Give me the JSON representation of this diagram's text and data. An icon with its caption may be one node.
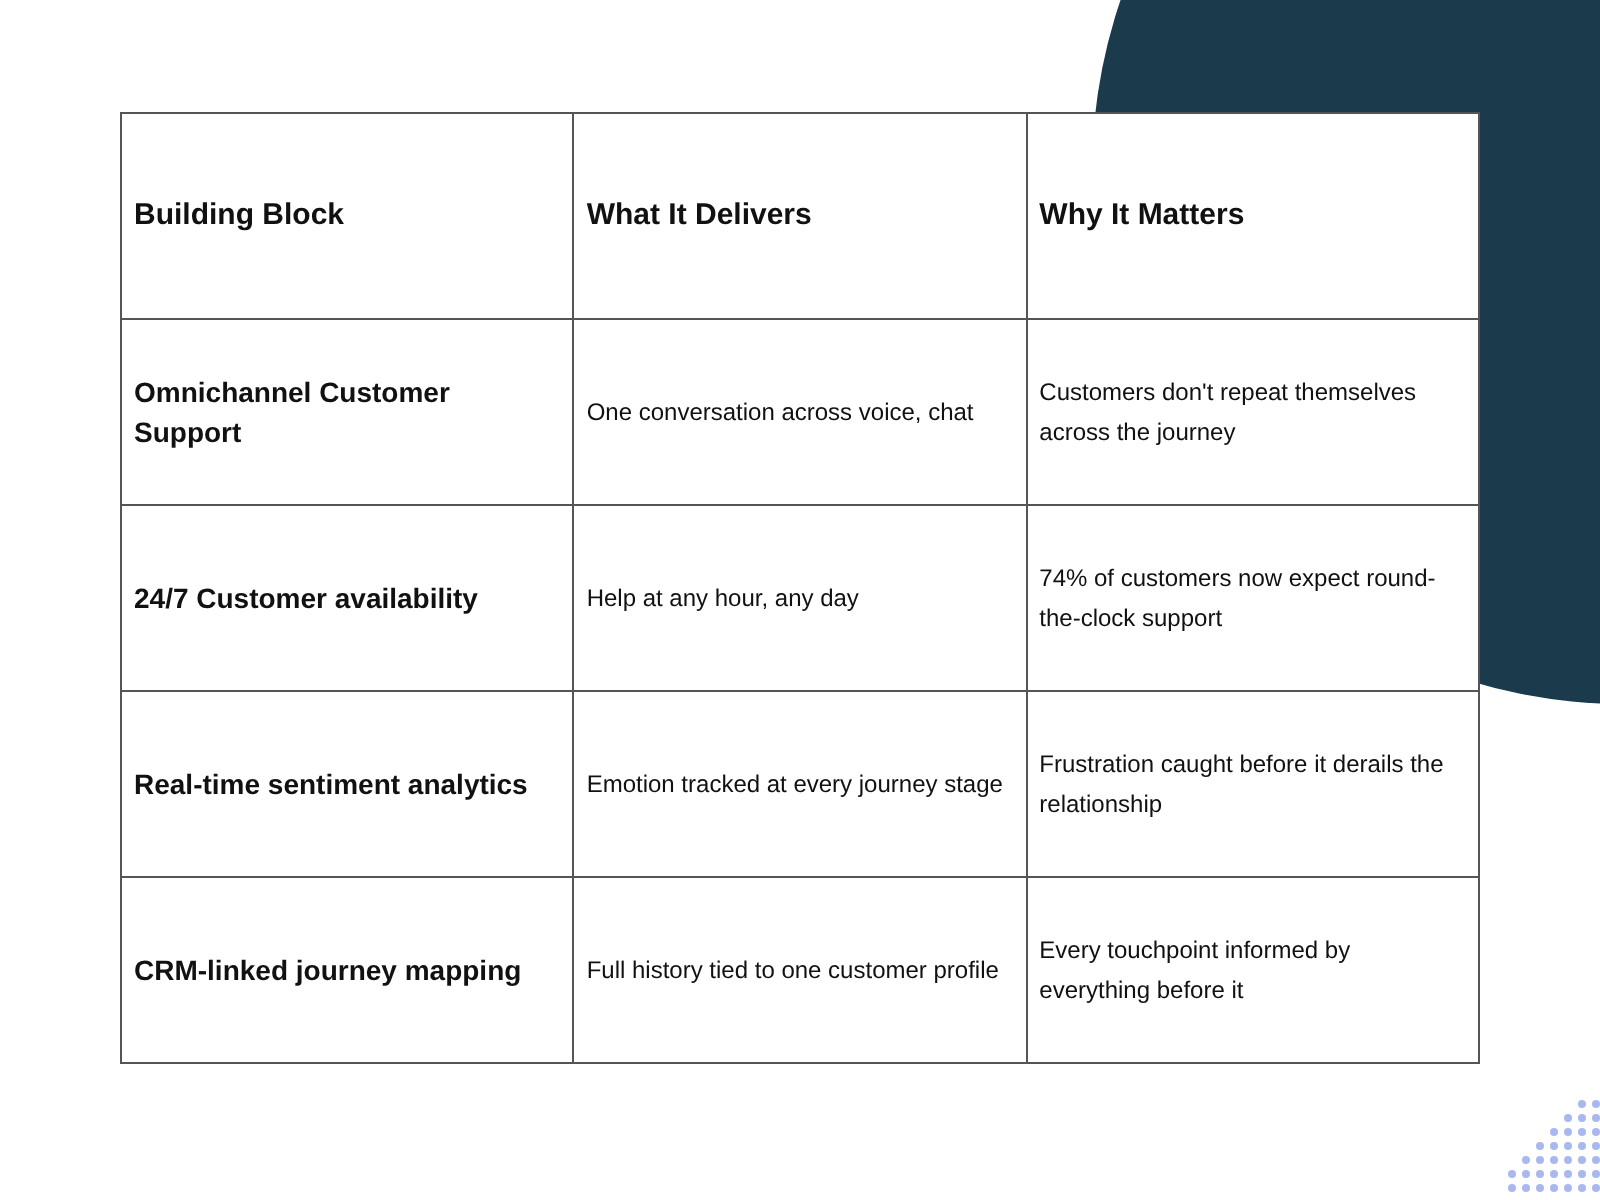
{
  "diagram": {
    "labels": [
      "Building Block",
      "What It Delivers",
      "Why It Matters",
      "Omnichannel Customer Support",
      "One conversation across voice, chat",
      "Customers don't repeat themselves across the journey",
      "24/7 Customer availability",
      "Help at any hour, any day",
      "74% of customers now expect round-the-clock support",
      "Real-time sentiment analytics",
      "Emotion tracked at every journey stage",
      "Frustration caught before it derails the relationship",
      "CRM-linked journey mapping",
      "Full history tied to one customer profile",
      "Every touchpoint informed by everything before it"
    ]
  }
}
